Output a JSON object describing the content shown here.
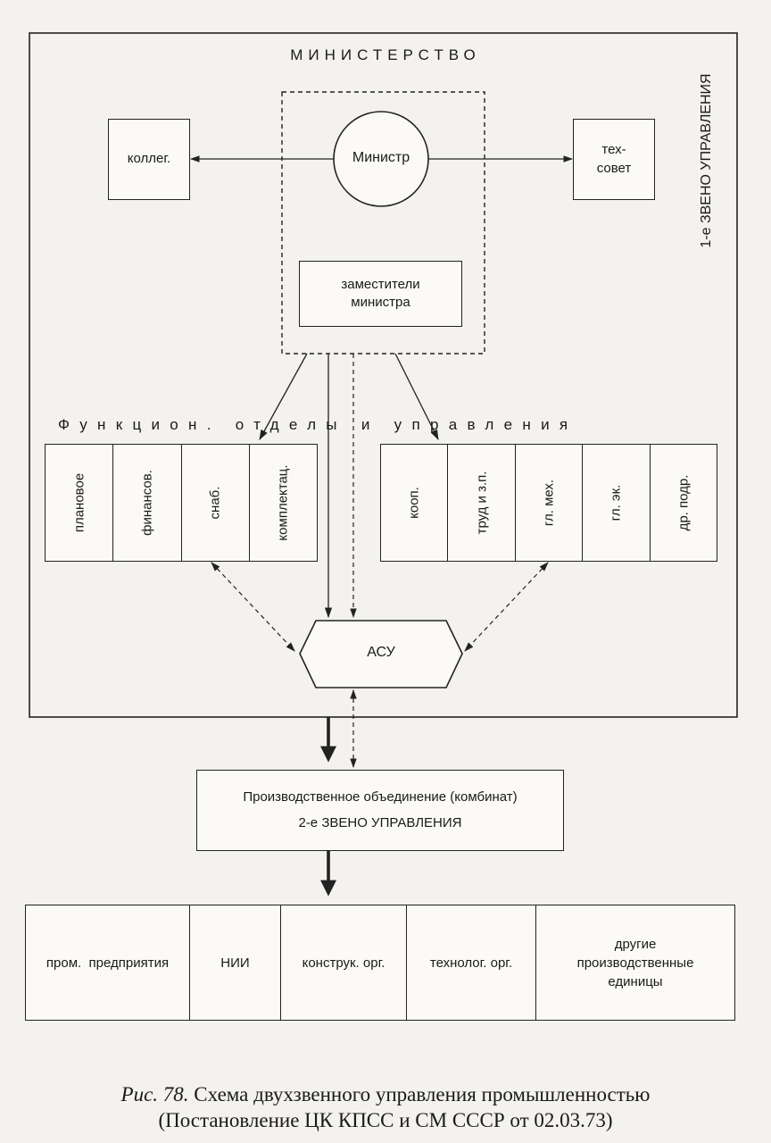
{
  "ministry": {
    "title": "МИНИСТЕРСТВО",
    "tier_label": "1-е ЗВЕНО УПРАВЛЕНИЯ",
    "collegium": "коллег.",
    "minister": "Министр",
    "tech_council_line1": "тех-",
    "tech_council_line2": "совет",
    "deputies_line1": "заместители",
    "deputies_line2": "министра",
    "functional_label": "Функцион. отделы и управления",
    "departments_left": [
      "плановое",
      "финансов.",
      "снаб.",
      "комплектац."
    ],
    "departments_right": [
      "кооп.",
      "труд и з.п.",
      "гл. мех.",
      "гл. эк.",
      "др. подр."
    ],
    "acs": "АСУ"
  },
  "association": {
    "line1": "Производственное объединение (комбинат)",
    "line2": "2-е ЗВЕНО УПРАВЛЕНИЯ"
  },
  "units": [
    "пром.  предприятия",
    "НИИ",
    "конструк. орг.",
    "технолог. орг.",
    "другие производственные единицы"
  ],
  "caption": {
    "fig": "Рис. 78.",
    "line1": "Схема двухзвенного управления промышленностью",
    "line2": "(Постановление ЦК КПСС и СМ СССР от 02.03.73)"
  }
}
